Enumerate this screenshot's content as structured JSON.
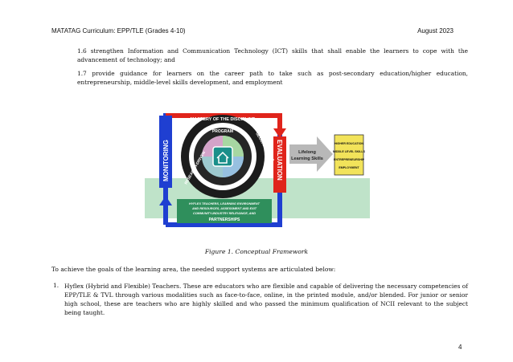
{
  "header": {
    "left": "MATATAG Curriculum: EPP/TLE (Grades 4-10)",
    "right": "August 2023"
  },
  "paragraphs": {
    "p16": "1.6    strengthen Information and Communication Technology (ICT) skills that shall enable the learners to cope with the advancement of technology; and",
    "p17": "1.7    provide guidance for learners on the career path to take such as post-secondary education/higher education, entrepreneurship, middle-level skills development, and employment"
  },
  "figure": {
    "left_label": "MONITORING",
    "right_label": "EVALUATION",
    "ring_outer": "MASTERY OF THE DISCIPLINE",
    "ring_left": "RESEARCH-DRIVEN",
    "ring_right": "GLOBAL TRENDS",
    "center": "PROGRAM",
    "base_line1": "HYFLEX TEACHERS, LEARNING ENVIRONMENT",
    "base_line2": "AND RESOURCES, ASSESSMENT AND EXIT",
    "base_line3": "COMMUNITY-INDUSTRY RELEVANCE, AND",
    "base_line4": "PARTNERSHIPS",
    "arrow_line1": "Lifelong",
    "arrow_line2": "Learning Skills",
    "outcomes": [
      "HIGHER EDUCATION",
      "MIDDLE LEVEL SKILLS",
      "ENTREPRENEURSHIP",
      "EMPLOYMENT"
    ],
    "colors": {
      "monitor_blue": "#1f3fd1",
      "eval_red": "#e0241b",
      "ring_dark": "#1c1c1c",
      "center_teal": "#1a8f8a",
      "outcome_yellow": "#f2e35a",
      "arrow_grey": "#b8b8b8",
      "base_green": "#bfe3c9"
    },
    "caption": "Figure 1. Conceptual Framework"
  },
  "intro": "To achieve the goals of the learning area, the needed support systems are articulated below:",
  "list": {
    "item1_num": "1.",
    "item1_text": "Hyflex (Hybrid and Flexible) Teachers. These are educators who are flexible and capable of delivering the necessary competencies of EPP/TLE & TVL through various modalities such as face-to-face, online, in the printed module, and/or blended. For junior or senior high school, these are teachers who are highly skilled and who passed the minimum qualification of NCII relevant to the subject being taught."
  },
  "page_number": "4"
}
